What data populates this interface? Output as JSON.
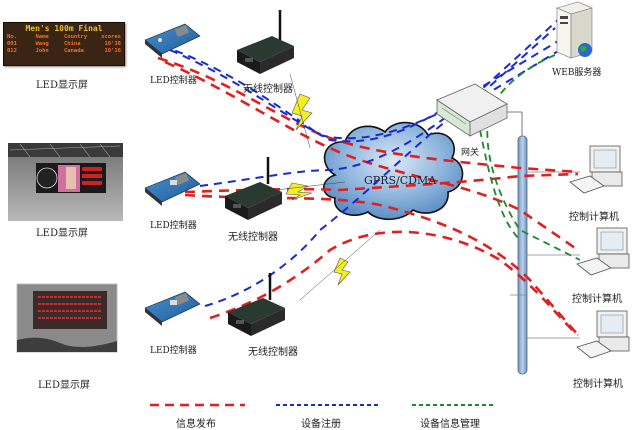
{
  "scoreboard": {
    "title": "Men's 100m Final",
    "header": [
      "No.",
      "Name",
      "Country",
      "scores"
    ],
    "rows": [
      [
        "001",
        "Wang",
        "China",
        "10'38"
      ],
      [
        "012",
        "John",
        "Canada",
        "10'16"
      ]
    ]
  },
  "nodes": {
    "led_screen_1": "LED显示屏",
    "led_screen_2": "LED显示屏",
    "led_screen_3": "LED显示屏",
    "led_controller_1": "LED控制器",
    "led_controller_2": "LED控制器",
    "led_controller_3": "LED控制器",
    "wireless_1": "无线控制器",
    "wireless_2": "无线控制器",
    "wireless_3": "无线控制器",
    "cloud": "GPRS/CDMA",
    "gateway": "网关",
    "web_server": "WEB服务器",
    "pc_1": "控制计算机",
    "pc_2": "控制计算机",
    "pc_3": "控制计算机"
  },
  "legend": [
    {
      "label": "信息发布",
      "color": "#e02020",
      "style": "long-dash"
    },
    {
      "label": "设备注册",
      "color": "#1a2ad0",
      "style": "short-dash"
    },
    {
      "label": "设备信息管理",
      "color": "#1a8a2a",
      "style": "short-dash"
    }
  ],
  "colors": {
    "publish": "#e02020",
    "register": "#1a2ad0",
    "manage": "#1a8a2a",
    "bus": "#9fbbdc",
    "cloud": "#7fa9d6",
    "bolt": "#f5ee20"
  }
}
